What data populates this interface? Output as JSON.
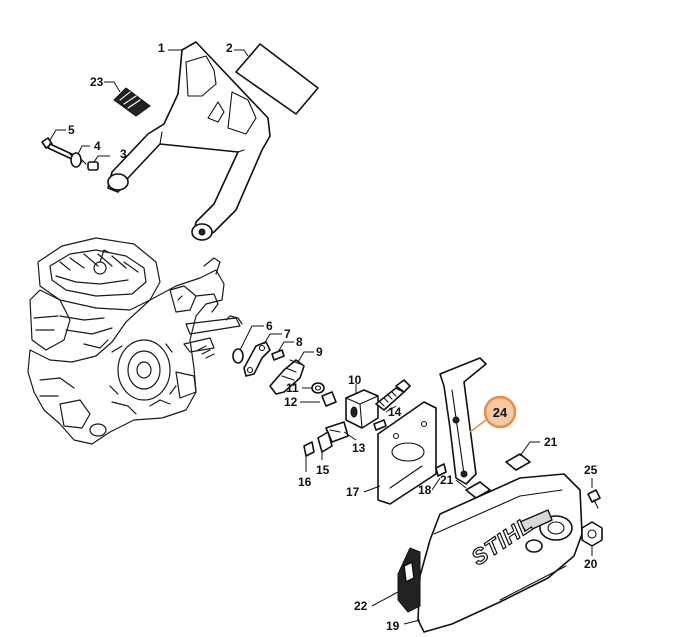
{
  "diagram": {
    "brand_mark": "STIHL",
    "highlighted_part": "24",
    "highlight_color": "#e98d42",
    "highlight_fill": "#f6c9a6",
    "line_color": "#111111",
    "part_numbers": [
      "1",
      "2",
      "3",
      "4",
      "5",
      "6",
      "7",
      "8",
      "9",
      "10",
      "11",
      "12",
      "13",
      "14",
      "15",
      "16",
      "17",
      "18",
      "19",
      "20",
      "21",
      "21",
      "22",
      "23",
      "24",
      "25"
    ]
  }
}
